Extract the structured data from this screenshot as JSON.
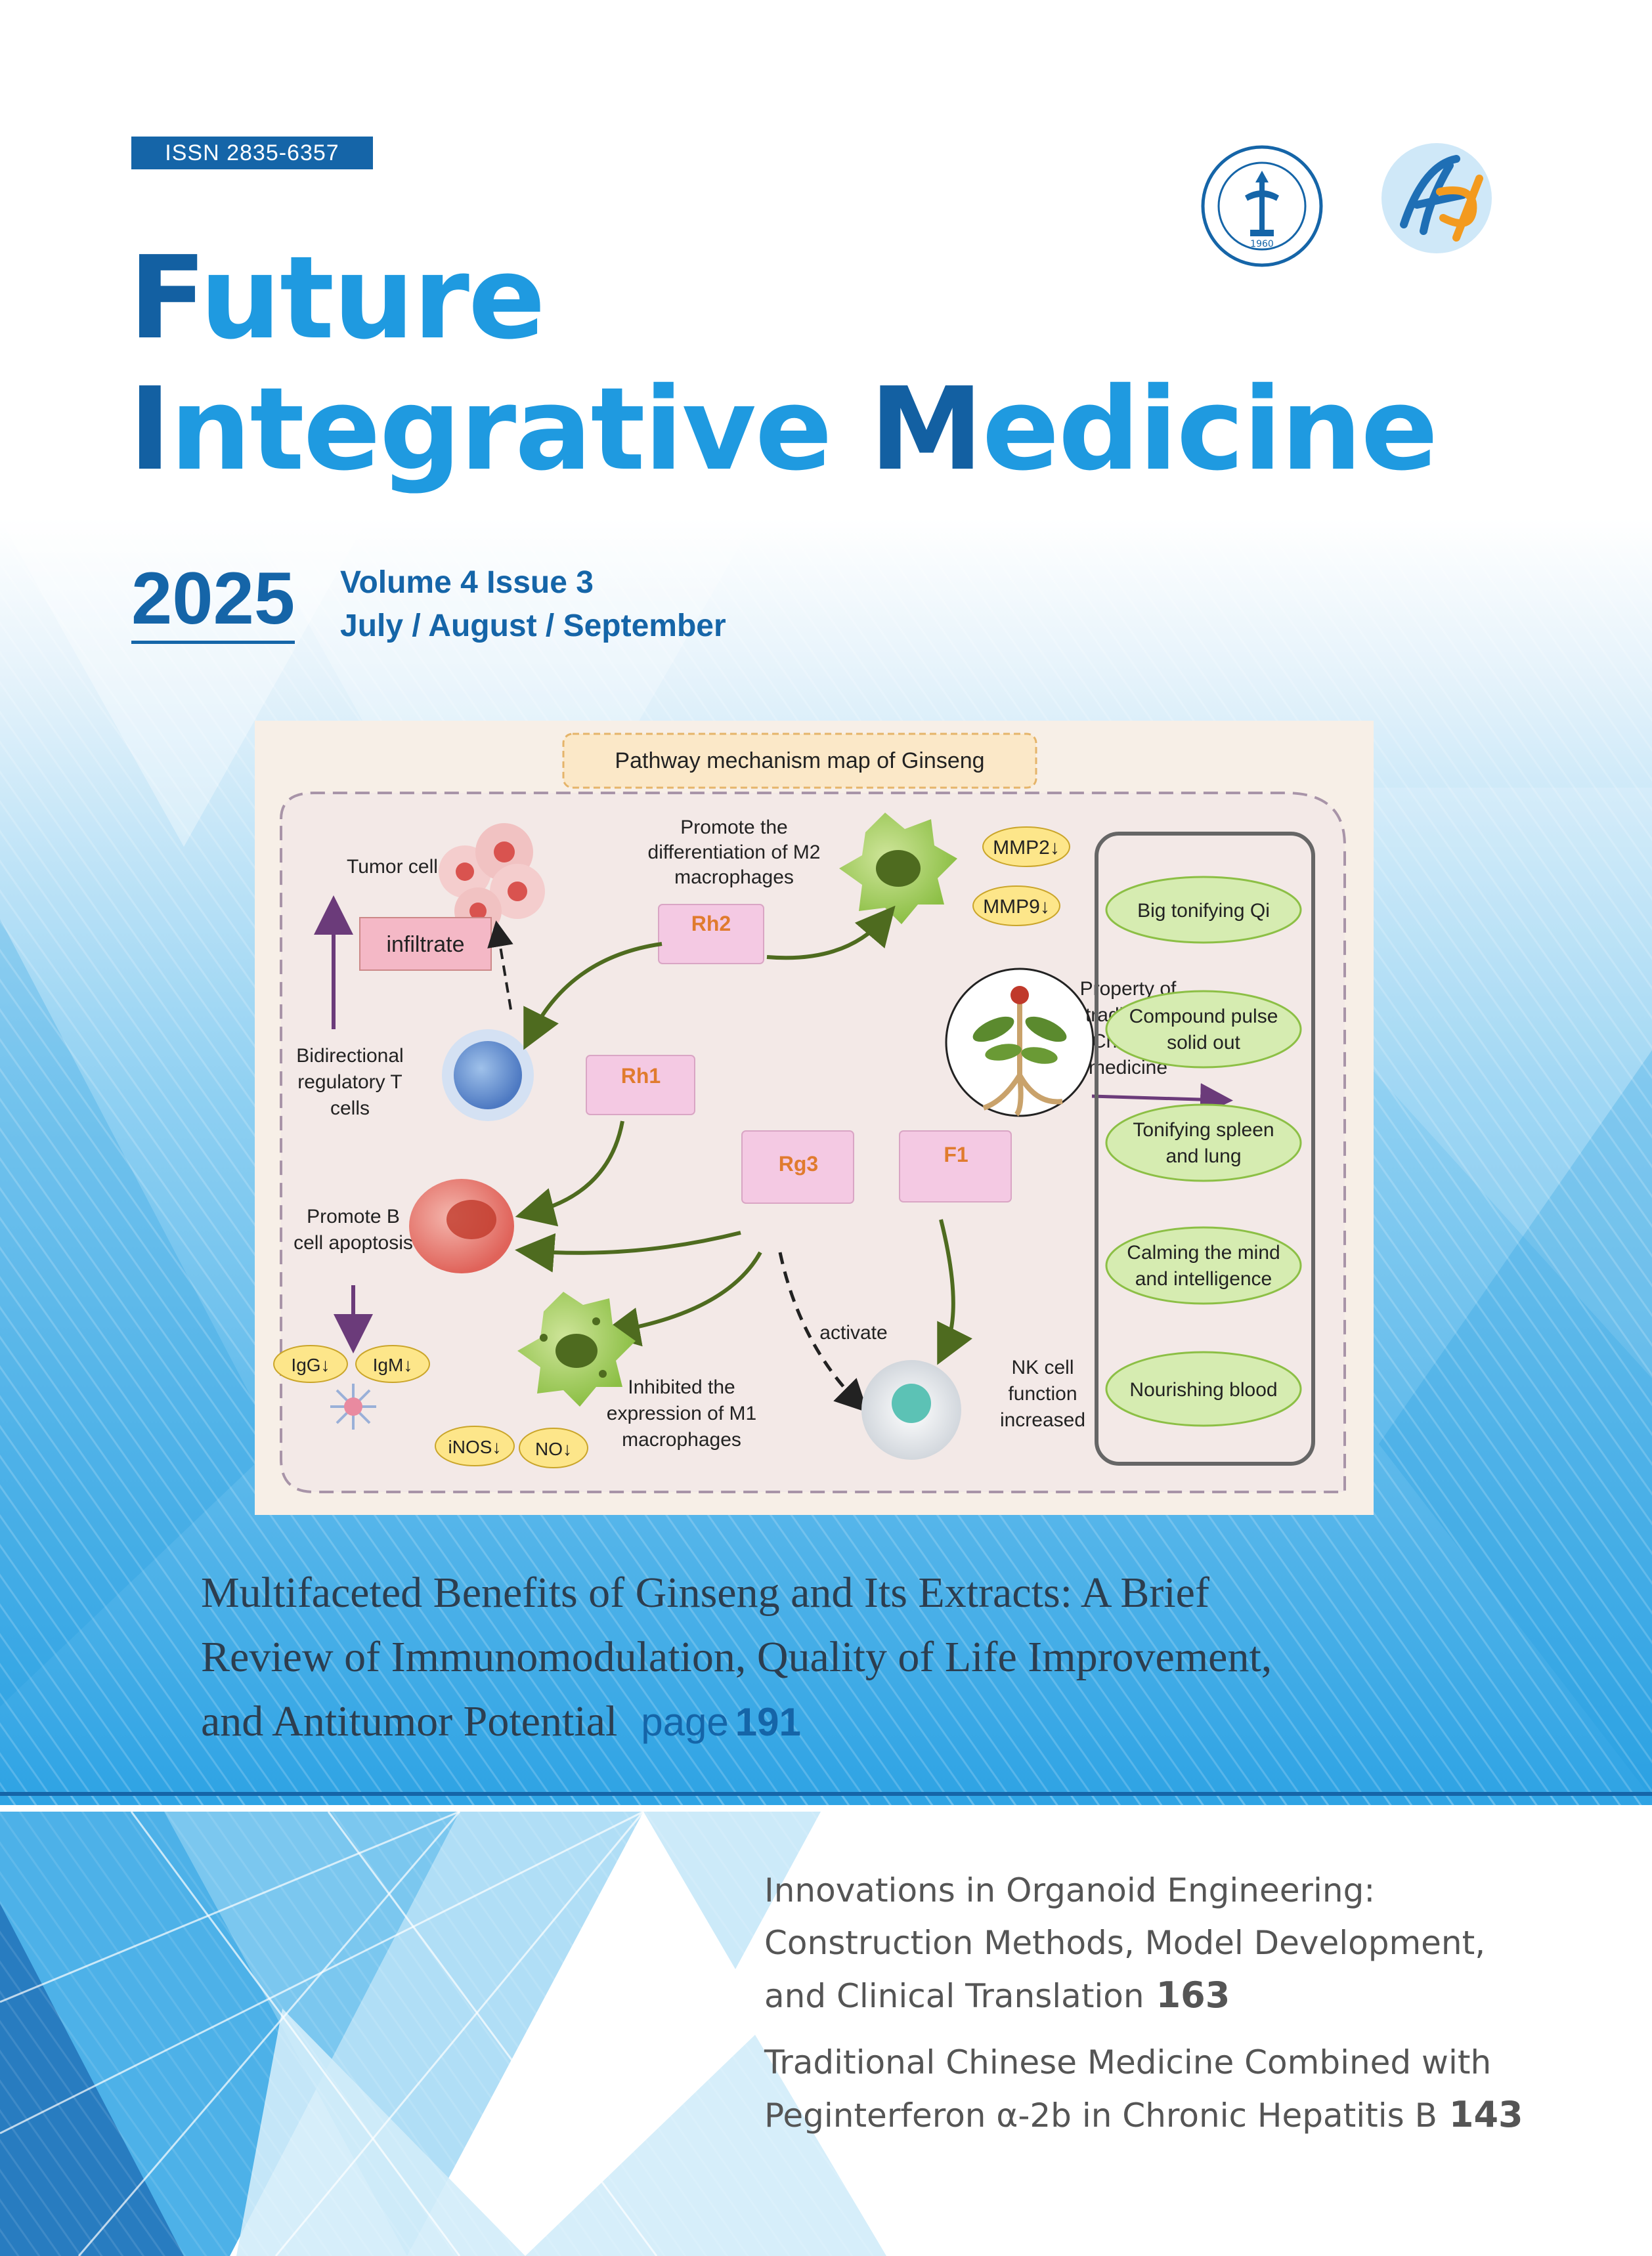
{
  "issn": "ISSN 2835-6357",
  "title": {
    "line1_cap": "F",
    "line1_rest": "uture",
    "line2_cap1": "I",
    "line2_mid": "ntegrative ",
    "line2_cap2": "M",
    "line2_rest": "edicine"
  },
  "issue": {
    "year": "2025",
    "volume": "Volume 4 Issue 3",
    "dates": "July / August / September"
  },
  "logos": {
    "university_emblem_year": "1960"
  },
  "figure": {
    "title": "Pathway mechanism map of Ginseng",
    "labels": {
      "tumor_cell": "Tumor cell",
      "infiltrate": "infiltrate",
      "treg_1": "Bidirectional",
      "treg_2": "regulatory T",
      "treg_3": "cells",
      "m2_1": "Promote the",
      "m2_2": "differentiation of M2",
      "m2_3": "macrophages",
      "mmp2": "MMP2↓",
      "mmp9": "MMP9↓",
      "prop_1": "Property of",
      "prop_2": "traditional",
      "prop_3": "Chinese",
      "prop_4": "medicine",
      "rh2": "Rh2",
      "rh1": "Rh1",
      "rg3": "Rg3",
      "f1": "F1",
      "bcell_1": "Promote B",
      "bcell_2": "cell apoptosis",
      "igg": "IgG↓",
      "igm": "IgM↓",
      "m1_1": "Inhibited the",
      "m1_2": "expression of M1",
      "m1_3": "macrophages",
      "inos": "iNOS↓",
      "no": "NO↓",
      "activate": "activate",
      "nk_1": "NK cell",
      "nk_2": "function",
      "nk_3": "increased"
    },
    "properties": {
      "p1": "Big tonifying Qi",
      "p2a": "Compound pulse",
      "p2b": "solid out",
      "p3a": "Tonifying spleen",
      "p3b": "and lung",
      "p4a": "Calming the mind",
      "p4b": "and intelligence",
      "p5": "Nourishing blood"
    }
  },
  "main_article": {
    "line1": "Multifaceted Benefits of Ginseng and Its Extracts: A Brief",
    "line2": "Review of Immunomodulation, Quality of Life Improvement,",
    "line3": "and Antitumor Potential",
    "page_label": "page",
    "page": "191"
  },
  "articles": [
    {
      "line1": "Innovations in Organoid Engineering:",
      "line2": "Construction Methods, Model Development,",
      "line3": "and Clinical Translation",
      "page": "163"
    },
    {
      "line1": "Traditional Chinese Medicine Combined with",
      "line2": "Peginterferon α-2b in Chronic Hepatitis B",
      "page": "143"
    }
  ],
  "colors": {
    "brand_dark": "#1565a8",
    "brand_light": "#1f9ae0",
    "band_blue": "#33a7e6",
    "figure_bg": "#f7efe7"
  }
}
